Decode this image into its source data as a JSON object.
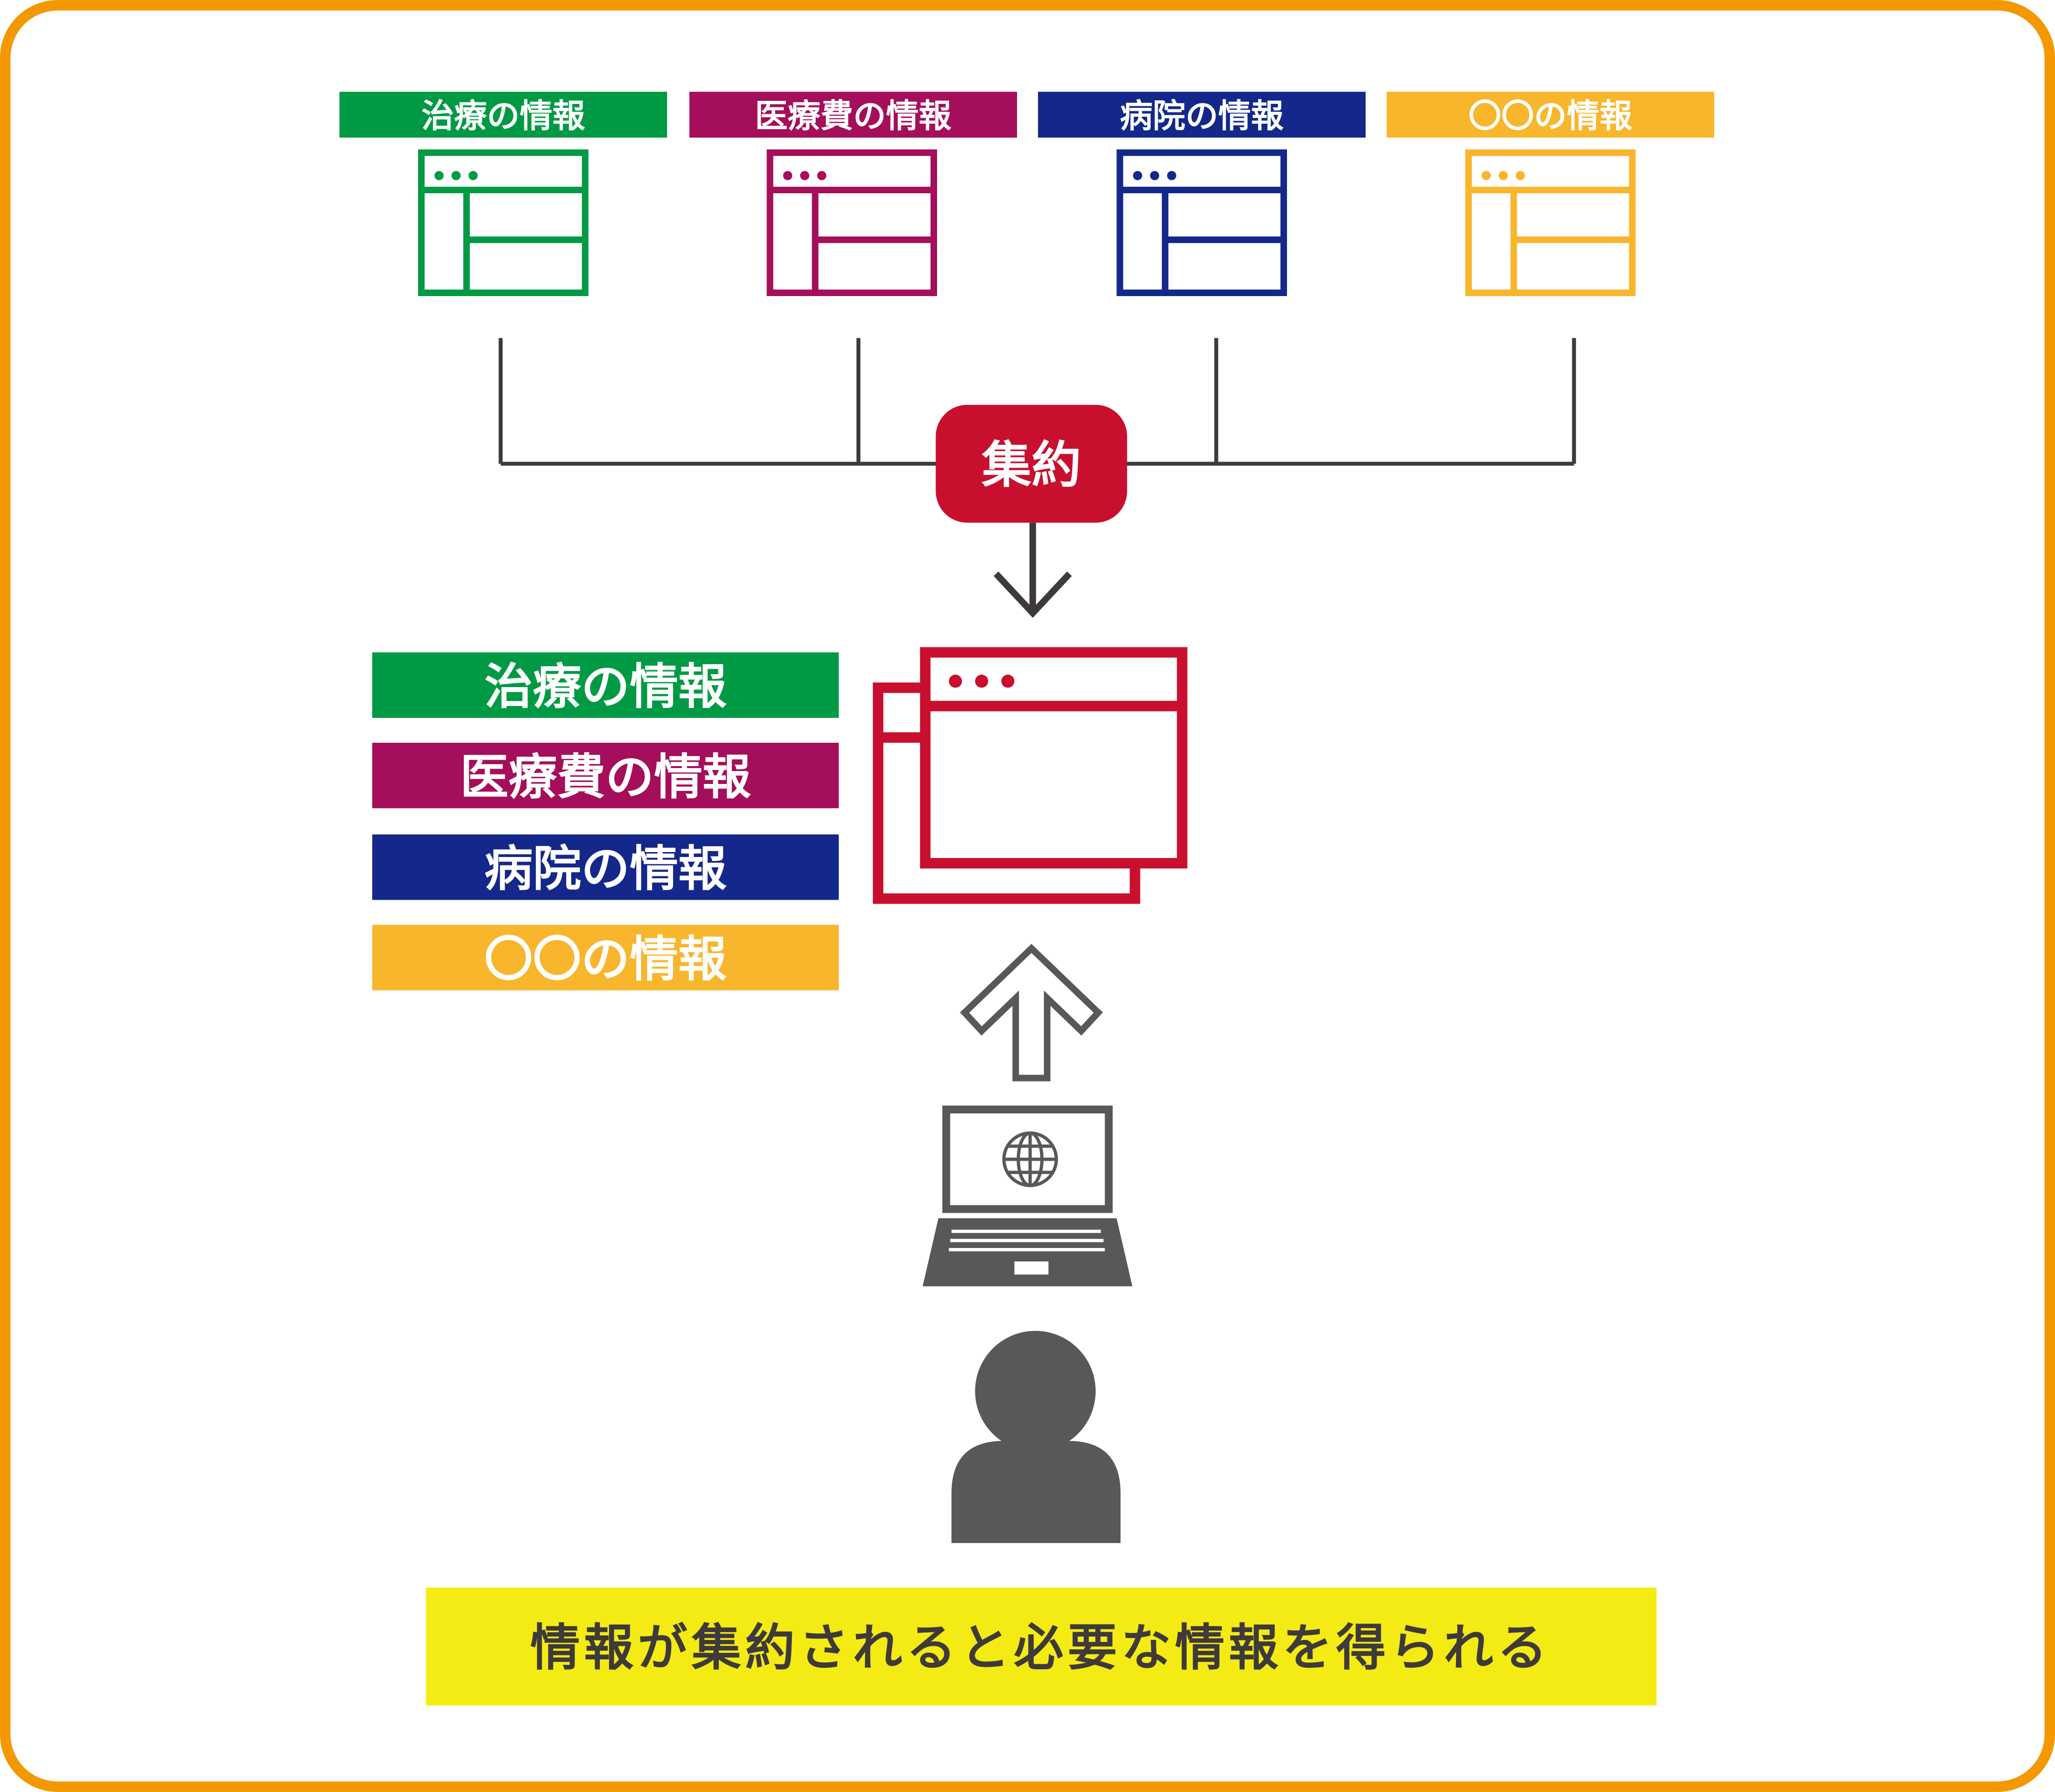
{
  "top_sources": [
    {
      "label": "治療の情報",
      "color": "#009A44"
    },
    {
      "label": "医療費の情報",
      "color": "#A50E5A"
    },
    {
      "label": "病院の情報",
      "color": "#13288A"
    },
    {
      "label": "〇〇の情報",
      "color": "#F8B62D"
    }
  ],
  "aggregate_badge": {
    "label": "集約",
    "color": "#C8102E"
  },
  "aggregated_items": [
    {
      "label": "治療の情報",
      "color": "#009A44"
    },
    {
      "label": "医療費の情報",
      "color": "#A50E5A"
    },
    {
      "label": "病院の情報",
      "color": "#13288A"
    },
    {
      "label": "〇〇の情報",
      "color": "#F8B62D"
    }
  ],
  "caption": "情報が集約されると必要な情報を得られる",
  "colors": {
    "border": "#F39800",
    "line": "#3E3A39",
    "gray": "#595757",
    "caption_bg": "#F5EB14"
  }
}
